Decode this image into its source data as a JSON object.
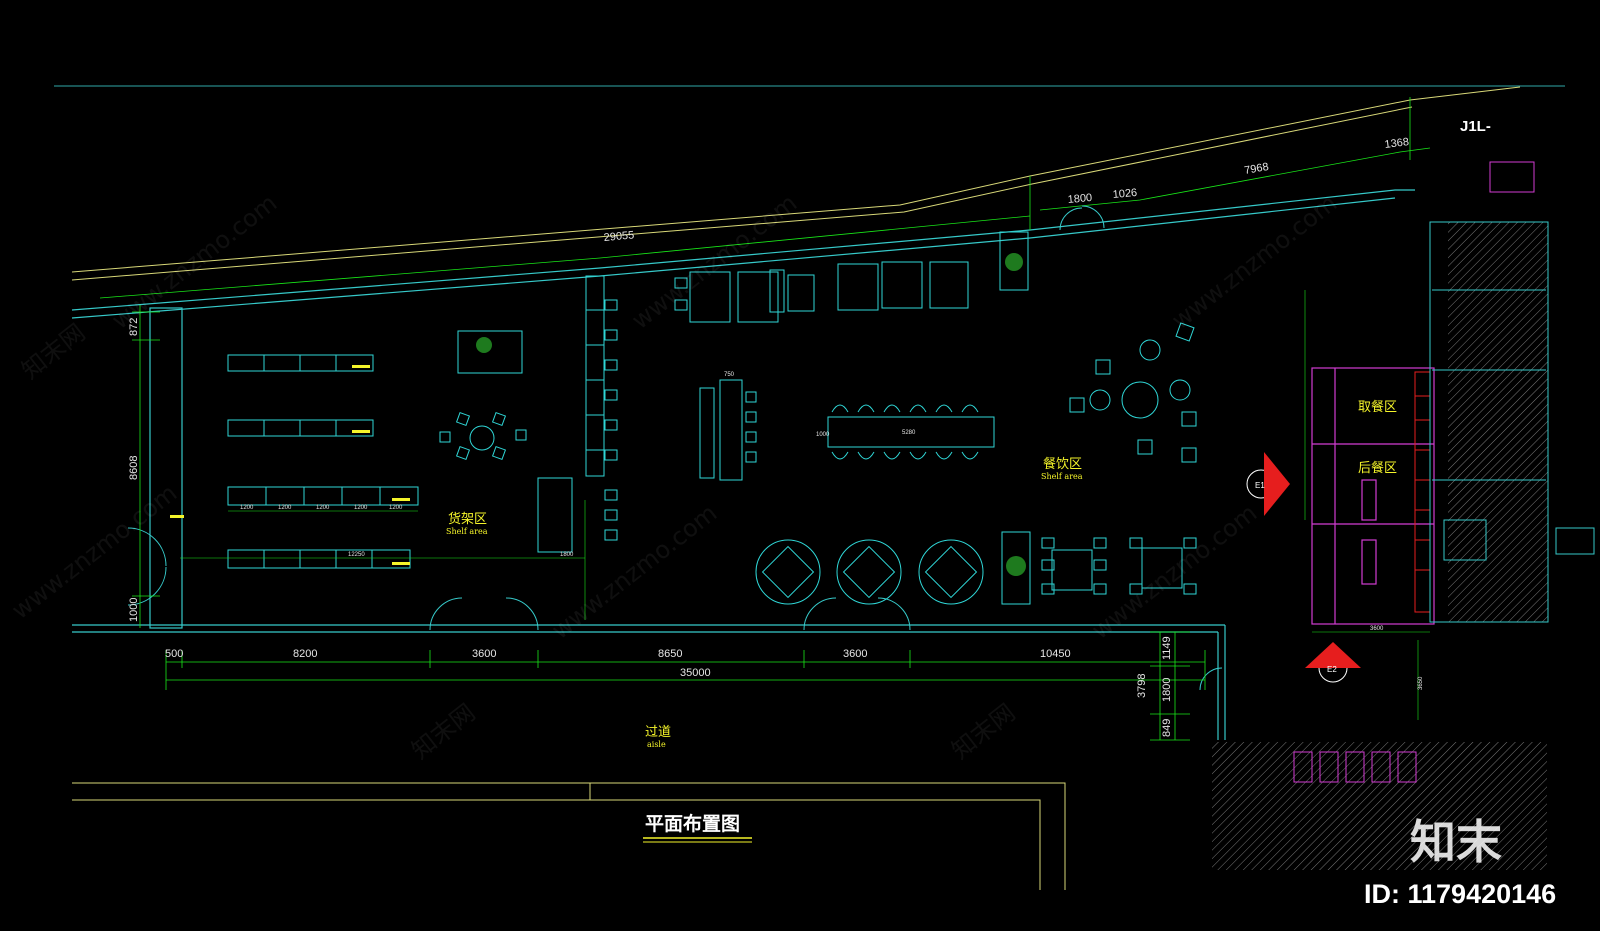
{
  "drawing": {
    "title": "平面布置图",
    "grid_tag": "J1L-",
    "colors": {
      "wall": "#36c9c9",
      "dim": "#19e619",
      "furniture": "#2fd6d6",
      "label": "#f5f52a",
      "kitchen": "#d23cd2",
      "red": "#e61e1e",
      "hatch": "#7a7a7a",
      "bg": "#000000"
    }
  },
  "zones": {
    "shelf": {
      "cn": "货架区",
      "en": "Shelf area"
    },
    "dining": {
      "cn": "餐饮区",
      "en": "Shelf area"
    },
    "aisle": {
      "cn": "过道",
      "en": "aisle"
    },
    "pickup": {
      "cn": "取餐区"
    },
    "backkitchen": {
      "cn": "后餐区"
    }
  },
  "dimensions": {
    "top_total": "29055",
    "top_door_a": "1800",
    "top_door_b": "1026",
    "top_right": "7968",
    "top_far": "1368",
    "left_872": "872",
    "left_8608": "8608",
    "left_1000": "1000",
    "bottom_500": "500",
    "bottom_8200": "8200",
    "bottom_3600a": "3600",
    "bottom_8650": "8650",
    "bottom_3600b": "3600",
    "bottom_10450": "10450",
    "bottom_total": "35000",
    "right_1149": "1149",
    "right_3798": "3798",
    "right_1800": "1800",
    "right_849": "849",
    "shelf_1200": "1200",
    "shelf_12250": "12250",
    "shelf_1800": "1800",
    "kitchen_3600": "3600",
    "kitchen_3650": "3650",
    "table_5280": "5280",
    "table_750": "750",
    "table_1000": "1000"
  },
  "markers": {
    "e1": "E1",
    "e2": "E2"
  },
  "watermark": {
    "site": "www.znzmo.com",
    "brand_cn": "知末网",
    "logo": "知末",
    "id": "ID: 1179420146"
  }
}
